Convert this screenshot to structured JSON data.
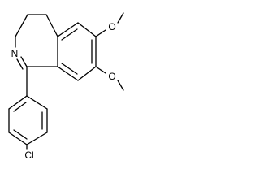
{
  "atoms": {
    "N": "N",
    "O_upper": "O",
    "O_lower": "O",
    "Cl": "Cl"
  },
  "colors": {
    "ink": "#000000",
    "background": "#ffffff"
  }
}
